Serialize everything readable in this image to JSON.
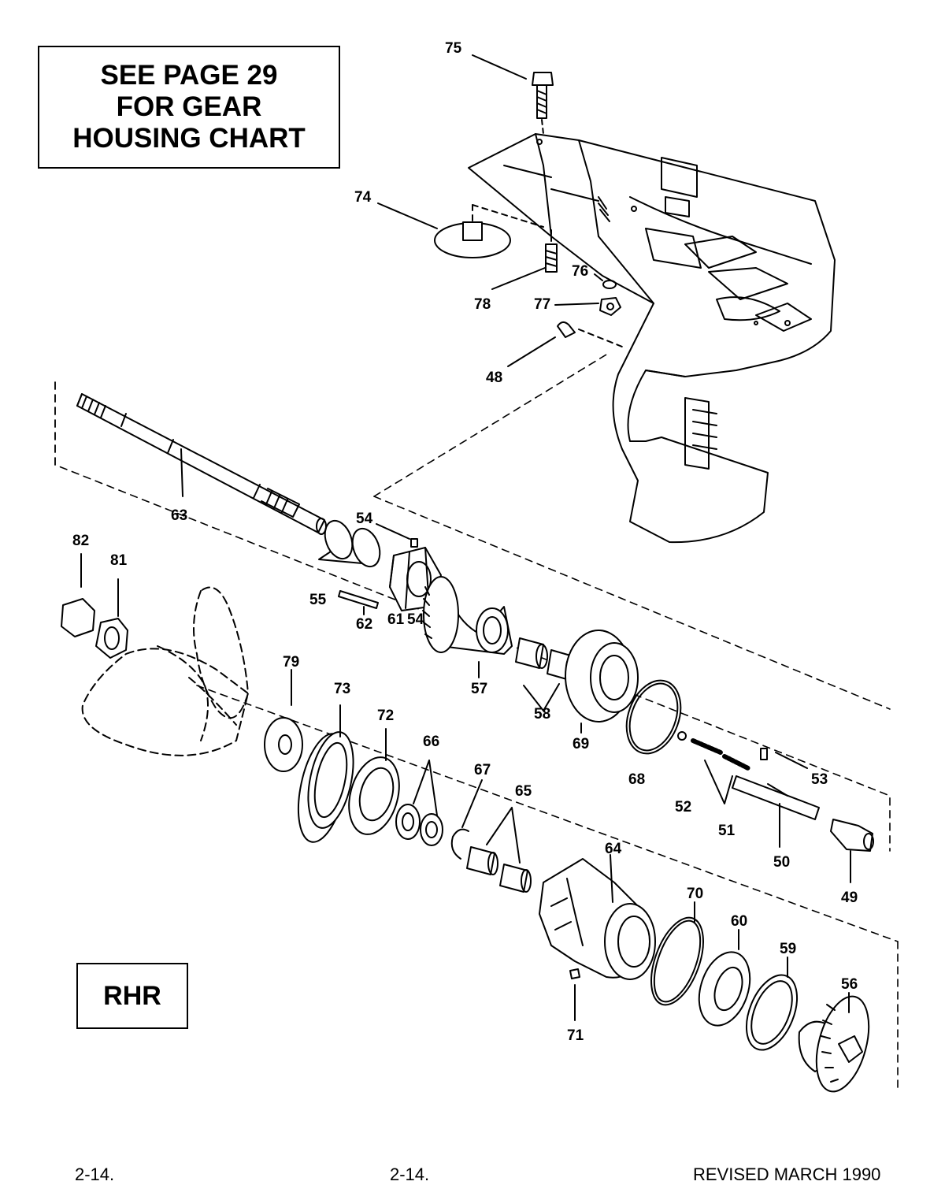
{
  "note": {
    "lines": [
      "SEE PAGE 29",
      "FOR GEAR",
      "HOUSING CHART"
    ]
  },
  "variant_label": "RHR",
  "footer": {
    "left": "2-14.",
    "center": "2-14.",
    "right": "REVISED MARCH 1990"
  },
  "callouts": [
    "75",
    "74",
    "76",
    "78",
    "77",
    "48",
    "63",
    "54",
    "82",
    "81",
    "55",
    "62",
    "61",
    "57",
    "58",
    "69",
    "79",
    "73",
    "72",
    "66",
    "67",
    "65",
    "68",
    "52",
    "51",
    "53",
    "50",
    "49",
    "64",
    "70",
    "60",
    "59",
    "56",
    "71"
  ]
}
